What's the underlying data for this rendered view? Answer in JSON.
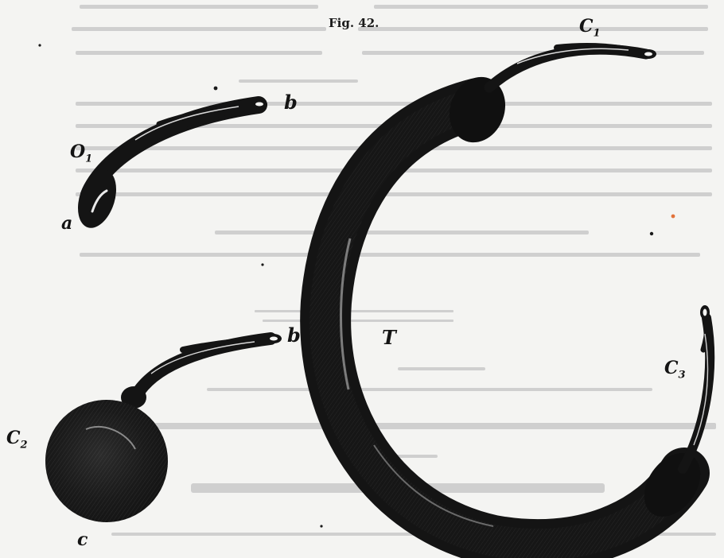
{
  "figure": {
    "title": "Fig. 42.",
    "labels": {
      "c1_top": "C",
      "c1_top_sub": "1",
      "o1": "O",
      "o1_sub": "1",
      "a": "a",
      "b_top": "b",
      "b_mid": "b",
      "c2": "C",
      "c2_sub": "2",
      "c3": "C",
      "c3_sub": "3",
      "c_bottom": "c",
      "t": "T"
    }
  },
  "colors": {
    "ink": "#141414",
    "paper": "#f4f4f2",
    "bleed_text": "#c9c9c9"
  }
}
